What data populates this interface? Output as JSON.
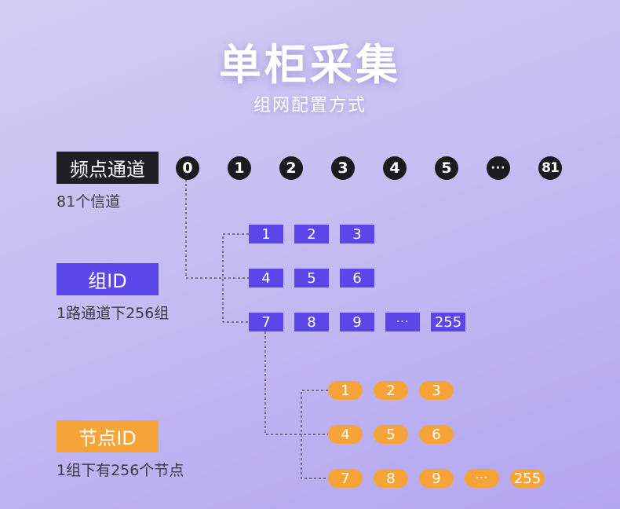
{
  "title": "单柜采集",
  "subtitle": "组网配置方式",
  "channels": {
    "label": "频点通道",
    "desc": "81个信道",
    "items": [
      "0",
      "1",
      "2",
      "3",
      "4",
      "5",
      "···",
      "81"
    ]
  },
  "groups": {
    "label": "组ID",
    "desc": "1路通道下256组",
    "rows": [
      [
        "1",
        "2",
        "3"
      ],
      [
        "4",
        "5",
        "6"
      ],
      [
        "7",
        "8",
        "9",
        "···",
        "255"
      ]
    ]
  },
  "nodes": {
    "label": "节点ID",
    "desc": "1组下有256个节点",
    "rows": [
      [
        "1",
        "2",
        "3"
      ],
      [
        "4",
        "5",
        "6"
      ],
      [
        "7",
        "8",
        "9",
        "···",
        "255"
      ]
    ]
  },
  "colors": {
    "dark": "#1f1e24",
    "purple": "#5c46e9",
    "orange": "#f6a43a"
  }
}
